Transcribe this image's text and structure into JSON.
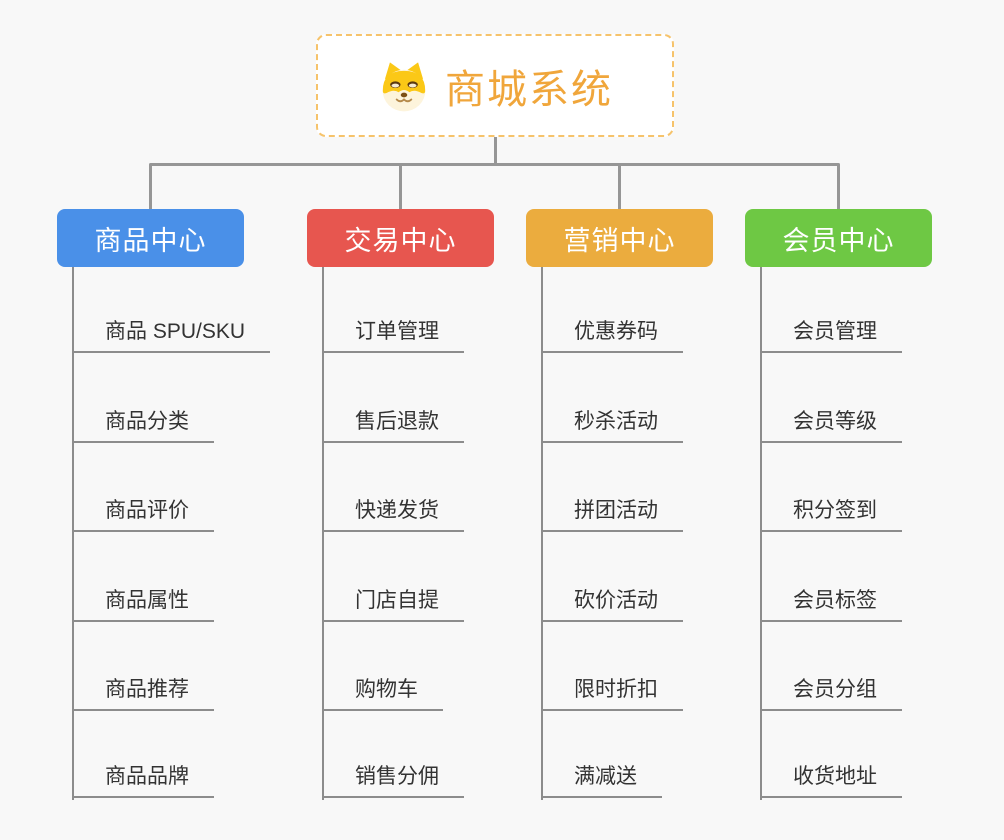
{
  "root": {
    "title": "商城系统",
    "title_color": "#F0A63B",
    "icon": "doge-icon",
    "border_color": "#F6C36B"
  },
  "connector_color": "#969696",
  "line_color": "#8C8C8C",
  "branches": [
    {
      "label": "商品中心",
      "color": "#4A90E8",
      "items": [
        "商品 SPU/SKU",
        "商品分类",
        "商品评价",
        "商品属性",
        "商品推荐",
        "商品品牌"
      ]
    },
    {
      "label": "交易中心",
      "color": "#E7564F",
      "items": [
        "订单管理",
        "售后退款",
        "快递发货",
        "门店自提",
        "购物车",
        "销售分佣"
      ]
    },
    {
      "label": "营销中心",
      "color": "#EBAC3E",
      "items": [
        "优惠券码",
        "秒杀活动",
        "拼团活动",
        "砍价活动",
        "限时折扣",
        "满减送"
      ]
    },
    {
      "label": "会员中心",
      "color": "#6EC844",
      "items": [
        "会员管理",
        "会员等级",
        "积分签到",
        "会员标签",
        "会员分组",
        "收货地址"
      ]
    }
  ]
}
